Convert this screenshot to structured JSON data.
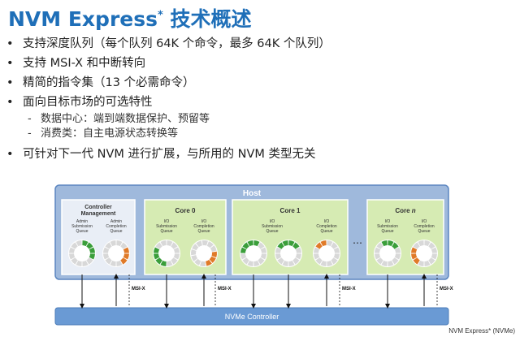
{
  "title": {
    "main": "NVM Express",
    "sup": "*",
    "rest": " 技术概述"
  },
  "bullets": [
    {
      "level": 1,
      "text": "支持深度队列（每个队列 64K 个命令，最多 64K 个队列）"
    },
    {
      "level": 1,
      "text": "支持 MSI-X 和中断转向"
    },
    {
      "level": 1,
      "text": "精简的指令集（13 个必需命令）"
    },
    {
      "level": 1,
      "text": "面向目标市场的可选特性"
    },
    {
      "level": 2,
      "text": "数据中心：端到端数据保护、预留等"
    },
    {
      "level": 2,
      "text": "消费类：自主电源状态转换等"
    },
    {
      "level": 1,
      "text": "可针对下一代 NVM 进行扩展，与所用的 NVM 类型无关"
    }
  ],
  "bullet_glyphs": {
    "level1": "•",
    "level2": "-"
  },
  "diagram": {
    "host_label": "Host",
    "controller_label": "NVMe Controller",
    "msi_label": "MSI-X",
    "ellipsis": "…",
    "management": {
      "title_line1": "Controller",
      "title_line2": "Management",
      "sq_label": [
        "Admin",
        "Submission",
        "Queue"
      ],
      "cq_label": [
        "Admin",
        "Completion",
        "Queue"
      ]
    },
    "cores": [
      {
        "name": "Core 0",
        "sq_label": [
          "I/O",
          "Submission",
          "Queue"
        ],
        "cq_label": [
          "I/O",
          "Completion",
          "Queue"
        ]
      },
      {
        "name": "Core 1",
        "sq_label": [
          "I/O",
          "Submission",
          "Queue"
        ],
        "cq_label": [
          "I/O",
          "Completion",
          "Queue"
        ],
        "extra_sq": true
      },
      {
        "name": "Core ",
        "name_italic": "n",
        "sq_label": [
          "I/O",
          "Submission",
          "Queue"
        ],
        "cq_label": [
          "I/O",
          "Completion",
          "Queue"
        ]
      }
    ]
  },
  "colors": {
    "title": "#1f6fb8",
    "host_bg": "#9fb9dc",
    "host_border": "#5b86c0",
    "controller_bg": "#6a9ad4",
    "core_bg": "#d6ebb3",
    "core_border": "#ffffff",
    "mgmt_bg": "#e9eef6",
    "sq_color": "#3a9e3a",
    "cq_color": "#e07a28",
    "ring_base": "#d8d8d8"
  },
  "caption": "NVM Express* (NVMe)"
}
